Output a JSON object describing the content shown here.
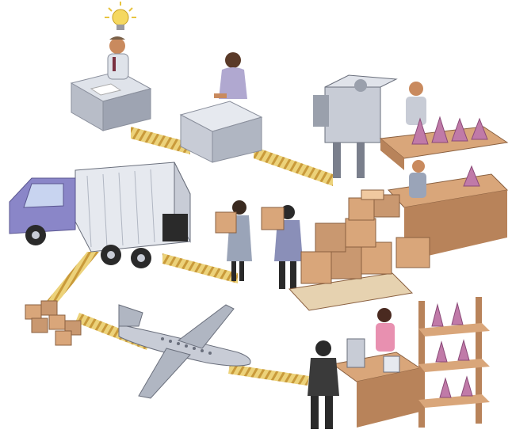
{
  "image": {
    "type": "isometric-supply-chain-illustration",
    "description_elements": [
      "lightbulb-idea",
      "designer-at-desk",
      "worker-at-machine",
      "factory-assembly",
      "product-shelves",
      "warehouse-boxes",
      "delivery-truck",
      "cargo-plane",
      "retail-counter",
      "customer"
    ]
  },
  "colors": {
    "belt": "#e8c45a",
    "belt_stripe": "#b8862a",
    "box": "#d9a67a",
    "box_dark": "#b8835a",
    "box_top": "#f0c9a0",
    "metal": "#c8ccd6",
    "metal_dark": "#8a8f9c",
    "truck_cab": "#8a86c8",
    "product": "#c07aa8",
    "skin": "#c98a5e",
    "shirt_pink": "#e890b0",
    "shirt_gray": "#9aa4b8",
    "dark": "#2a2a2a"
  }
}
